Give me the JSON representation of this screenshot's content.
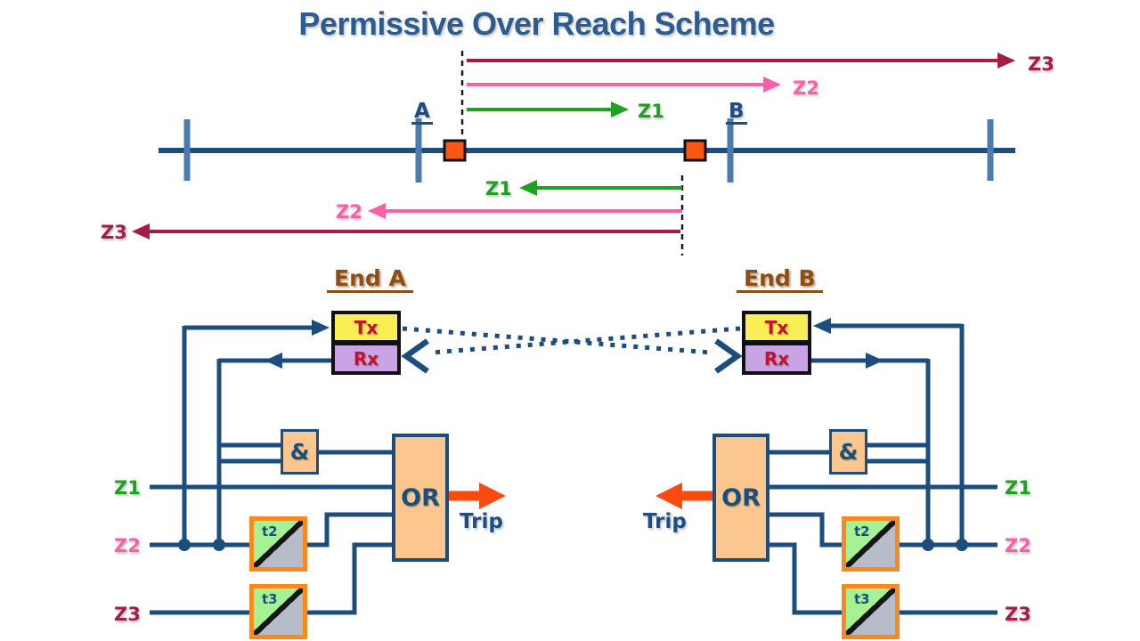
{
  "title": "Permissive Over Reach Scheme",
  "line_diagram": {
    "bus_a": "A",
    "bus_b": "B",
    "zones_forward": {
      "z1": "Z1",
      "z2": "Z2",
      "z3": "Z3"
    },
    "zones_reverse": {
      "z1": "Z1",
      "z2": "Z2",
      "z3": "Z3"
    }
  },
  "end_a": {
    "heading": "End A",
    "tx": "Tx",
    "rx": "Rx",
    "and_gate": "&",
    "or_gate": "OR",
    "timer2": "t2",
    "timer3": "t3",
    "trip": "Trip",
    "inputs": {
      "z1": "Z1",
      "z2": "Z2",
      "z3": "Z3"
    }
  },
  "end_b": {
    "heading": "End B",
    "tx": "Tx",
    "rx": "Rx",
    "and_gate": "&",
    "or_gate": "OR",
    "timer2": "t2",
    "timer3": "t3",
    "trip": "Trip",
    "inputs": {
      "z1": "Z1",
      "z2": "Z2",
      "z3": "Z3"
    }
  },
  "colors": {
    "wire": "#1c4d7f",
    "bus_tick": "#4b7bb1",
    "zone1": "#1ca21f",
    "zone2": "#fb5fa8",
    "zone3": "#a51d45",
    "breaker_fill": "#fd5512",
    "trip_arrow": "#fb4a10",
    "gate_fill": "#fbc78f",
    "tx_fill": "#f9ef55",
    "rx_fill": "#c8a4e4",
    "box_text": "#c3122b",
    "heading": "#8f4d10",
    "title": "#2d5c8e",
    "timer_border": "#f68a1d",
    "timer_green": "#a7f195",
    "timer_gray": "#b6bcc8"
  }
}
